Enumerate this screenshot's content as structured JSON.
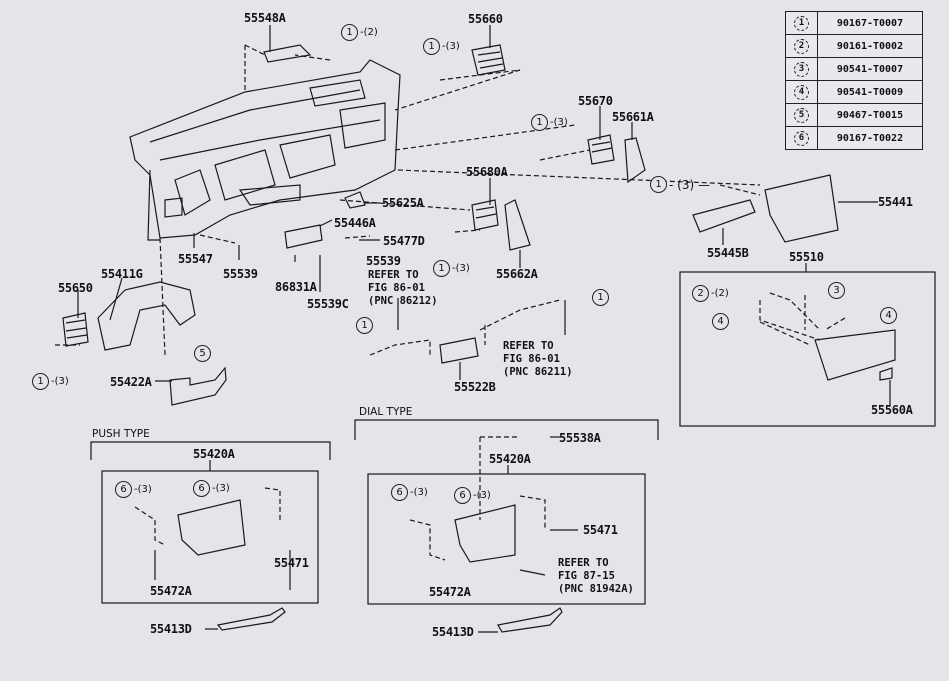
{
  "legend": [
    {
      "key": "1",
      "part": "90167-T0007"
    },
    {
      "key": "2",
      "part": "90161-T0002"
    },
    {
      "key": "3",
      "part": "90541-T0007"
    },
    {
      "key": "4",
      "part": "90541-T0009"
    },
    {
      "key": "5",
      "part": "90467-T0015"
    },
    {
      "key": "6",
      "part": "90167-T0022"
    }
  ],
  "labels": {
    "p55548A": "55548A",
    "p55660": "55660",
    "p55670": "55670",
    "p55661A": "55661A",
    "p55441": "55441",
    "p55445B": "55445B",
    "p55510": "55510",
    "p55560A": "55560A",
    "p55625A": "55625A",
    "p55680A": "55680A",
    "p55662A": "55662A",
    "p55446A": "55446A",
    "p55477D": "55477D",
    "p55539a": "55539",
    "p55539b": "55539",
    "p55547": "55547",
    "p86831A": "86831A",
    "p55539C": "55539C",
    "p55411G": "55411G",
    "p55650": "55650",
    "p55422A": "55422A",
    "p55522B": "55522B"
  },
  "references": {
    "ref1": "REFER TO\nFIG 86-01\n(PNC 86212)",
    "ref2": "REFER TO\nFIG 86-01\n(PNC 86211)",
    "ref3": "REFER TO\nFIG 87-15\n(PNC 81942A)"
  },
  "callouts": {
    "c55548": {
      "key": "1",
      "qty": "-(2)"
    },
    "c55660": {
      "key": "1",
      "qty": "-(3)"
    },
    "c55670": {
      "key": "1",
      "qty": "-(3)"
    },
    "c55441": {
      "key": "1",
      "qty": "- (3) —"
    },
    "c55680": {
      "key": "1",
      "qty": "-(3)"
    },
    "c55650": {
      "key": "1",
      "qty": "-(3)"
    },
    "c5": {
      "key": "5",
      "qty": ""
    },
    "cRadioL": {
      "key": "1",
      "qty": ""
    },
    "cRadioR": {
      "key": "1",
      "qty": ""
    },
    "gb2": {
      "key": "2",
      "qty": "-(2)"
    },
    "gb3": {
      "key": "3",
      "qty": ""
    },
    "gb4a": {
      "key": "4",
      "qty": ""
    },
    "gb4b": {
      "key": "4",
      "qty": ""
    },
    "pushL": {
      "key": "6",
      "qty": "-(3)"
    },
    "pushR": {
      "key": "6",
      "qty": "-(3)"
    },
    "dialL": {
      "key": "6",
      "qty": "-(3)"
    },
    "dialR": {
      "key": "6",
      "qty": "-(3)"
    }
  },
  "push_type": {
    "title": "PUSH TYPE",
    "assembly": "55420A",
    "left_trim": "55472A",
    "right_trim": "55471",
    "lower_trim": "55413D"
  },
  "dial_type": {
    "title": "DIAL TYPE",
    "switch": "55538A",
    "assembly": "55420A",
    "left_trim": "55472A",
    "right_trim": "55471",
    "lower_trim": "55413D"
  }
}
